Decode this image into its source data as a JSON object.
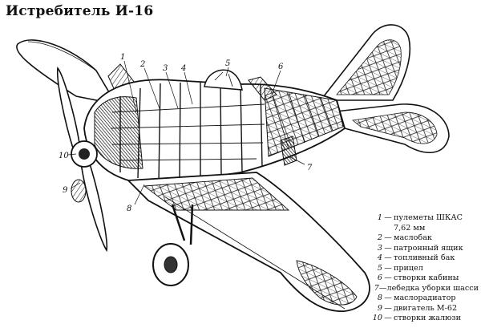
{
  "title": "Истребитель И-16",
  "callouts": [
    "1",
    "2",
    "3",
    "4",
    "5",
    "6",
    "7",
    "8",
    "9",
    "10"
  ],
  "legend": [
    {
      "num": "1",
      "text": "пулеметы ШКАС",
      "cont": "7,62 мм"
    },
    {
      "num": "2",
      "text": "маслобак"
    },
    {
      "num": "3",
      "text": "патронный ящик"
    },
    {
      "num": "4",
      "text": "топливный бак"
    },
    {
      "num": "5",
      "text": "прицел"
    },
    {
      "num": "6",
      "text": "створки кабины"
    },
    {
      "num": "7",
      "text": "лебедка уборки шасси"
    },
    {
      "num": "8",
      "text": "маслорадиатор"
    },
    {
      "num": "9",
      "text": "двигатель М-62"
    },
    {
      "num": "10",
      "text": "створки жалюзи"
    }
  ],
  "legend_dash": "—"
}
